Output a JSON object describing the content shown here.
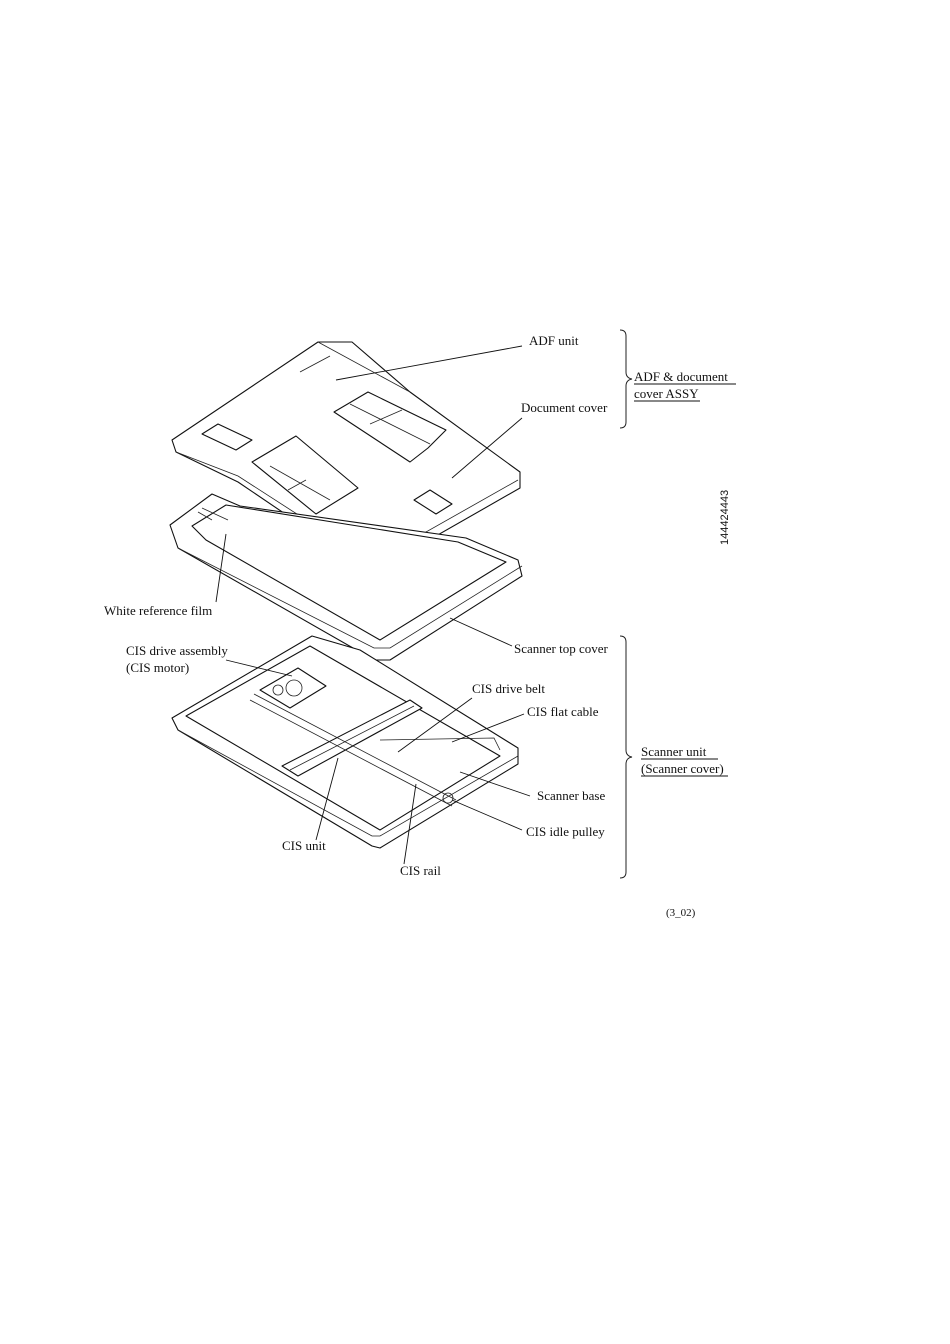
{
  "labels": {
    "adf_unit": "ADF unit",
    "document_cover": "Document cover",
    "white_reference_film": "White reference film",
    "scanner_top_cover": "Scanner top cover",
    "cis_drive_assembly": "CIS drive assembly",
    "cis_motor": "(CIS motor)",
    "cis_drive_belt": "CIS drive belt",
    "cis_flat_cable": "CIS flat cable",
    "scanner_base": "Scanner base",
    "cis_idle_pulley": "CIS idle pulley",
    "cis_unit": "CIS unit",
    "cis_rail": "CIS rail"
  },
  "groups": {
    "adf_assy_line1": "ADF & document",
    "adf_assy_line2": "cover ASSY",
    "scanner_unit_line1": "Scanner unit",
    "scanner_unit_line2": "(Scanner cover)"
  },
  "part_code": "144424443",
  "figure_ref": "(3_02)"
}
